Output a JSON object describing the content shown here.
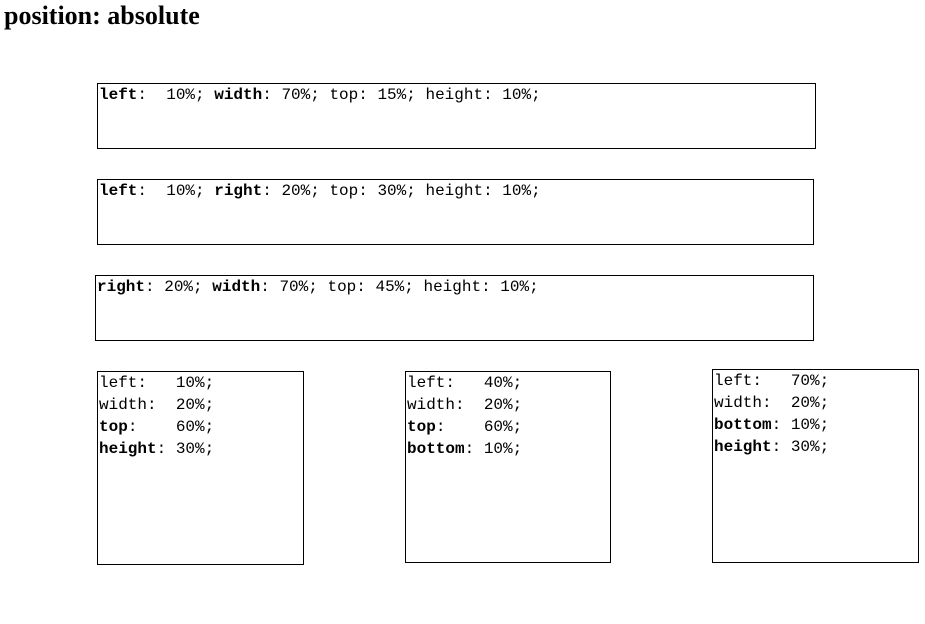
{
  "page": {
    "title": "position: absolute"
  },
  "boxes": [
    {
      "lines": [
        [
          {
            "t": "left",
            "b": true
          },
          {
            "t": ":  10%; ",
            "b": false
          },
          {
            "t": "width",
            "b": true
          },
          {
            "t": ": 70%; top: 15%; height: 10%;",
            "b": false
          }
        ]
      ]
    },
    {
      "lines": [
        [
          {
            "t": "left",
            "b": true
          },
          {
            "t": ":  10%; ",
            "b": false
          },
          {
            "t": "right",
            "b": true
          },
          {
            "t": ": 20%; top: 30%; height: 10%;",
            "b": false
          }
        ]
      ]
    },
    {
      "lines": [
        [
          {
            "t": "right",
            "b": true
          },
          {
            "t": ": 20%; ",
            "b": false
          },
          {
            "t": "width",
            "b": true
          },
          {
            "t": ": 70%; top: 45%; height: 10%;",
            "b": false
          }
        ]
      ]
    },
    {
      "lines": [
        [
          {
            "t": "left:   10%;",
            "b": false
          }
        ],
        [
          {
            "t": "width:  20%;",
            "b": false
          }
        ],
        [
          {
            "t": "top",
            "b": true
          },
          {
            "t": ":    60%;",
            "b": false
          }
        ],
        [
          {
            "t": "height",
            "b": true
          },
          {
            "t": ": 30%;",
            "b": false
          }
        ]
      ]
    },
    {
      "lines": [
        [
          {
            "t": "left:   40%;",
            "b": false
          }
        ],
        [
          {
            "t": "width:  20%;",
            "b": false
          }
        ],
        [
          {
            "t": "top",
            "b": true
          },
          {
            "t": ":    60%;",
            "b": false
          }
        ],
        [
          {
            "t": "bottom",
            "b": true
          },
          {
            "t": ": 10%;",
            "b": false
          }
        ]
      ]
    },
    {
      "lines": [
        [
          {
            "t": "left:   70%;",
            "b": false
          }
        ],
        [
          {
            "t": "width:  20%;",
            "b": false
          }
        ],
        [
          {
            "t": "bottom",
            "b": true
          },
          {
            "t": ": 10%;",
            "b": false
          }
        ],
        [
          {
            "t": "height",
            "b": true
          },
          {
            "t": ": 30%;",
            "b": false
          }
        ]
      ]
    }
  ]
}
